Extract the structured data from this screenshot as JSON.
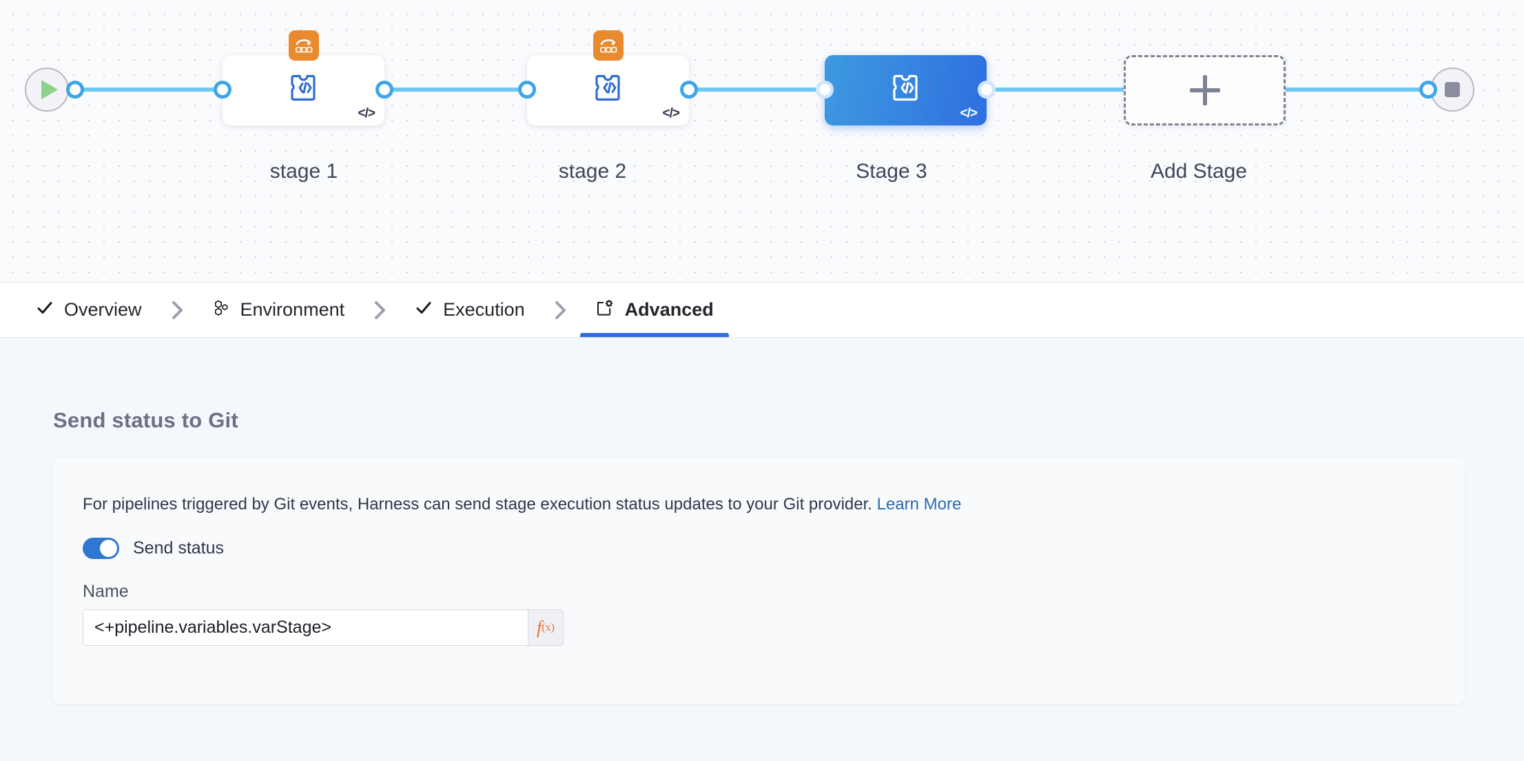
{
  "pipeline": {
    "start_node": {
      "icon": "play-icon"
    },
    "end_node": {
      "icon": "stop-icon"
    },
    "stages": [
      {
        "label": "stage 1",
        "icon": "custom-stage-icon",
        "badge_icon": "matrix-strategy-icon",
        "type_badge": "</>",
        "selected": false,
        "has_matrix": true
      },
      {
        "label": "stage 2",
        "icon": "custom-stage-icon",
        "badge_icon": "matrix-strategy-icon",
        "type_badge": "</>",
        "selected": false,
        "has_matrix": true
      },
      {
        "label": "Stage 3",
        "icon": "custom-stage-icon",
        "badge_icon": "",
        "type_badge": "</>",
        "selected": true,
        "has_matrix": false
      }
    ],
    "add_stage": {
      "label": "Add Stage",
      "icon": "plus-icon"
    },
    "accent_edge_color": "#6fc8f4",
    "selected_color": "#2f6fe0"
  },
  "tabs": [
    {
      "label": "Overview",
      "icon": "check-icon",
      "active": false
    },
    {
      "label": "Environment",
      "icon": "hexagons-icon",
      "active": false
    },
    {
      "label": "Execution",
      "icon": "check-icon",
      "active": false
    },
    {
      "label": "Advanced",
      "icon": "advanced-gear-icon",
      "active": true
    }
  ],
  "tab_separator_icon": "chevron-right-icon",
  "main": {
    "section_title": "Send status to Git",
    "description_text": "For pipelines triggered by Git events, Harness can send stage execution status updates to your Git provider.",
    "learn_more_label": "Learn More",
    "toggle": {
      "label": "Send status",
      "on": true
    },
    "name_field": {
      "label": "Name",
      "value": "<+pipeline.variables.varStage>",
      "placeholder": "",
      "expression_button": {
        "f": "f",
        "x": "(x)",
        "icon": "fx-icon"
      }
    }
  },
  "colors": {
    "accent_blue": "#2f6fe0",
    "edge_blue": "#6fc8f4",
    "link_blue": "#2a6baf",
    "fx_orange": "#ef6c2a",
    "matrix_orange": "#ea8a2e",
    "canvas_bg": "#fafbfd",
    "page_bg": "#f4f8fc"
  }
}
